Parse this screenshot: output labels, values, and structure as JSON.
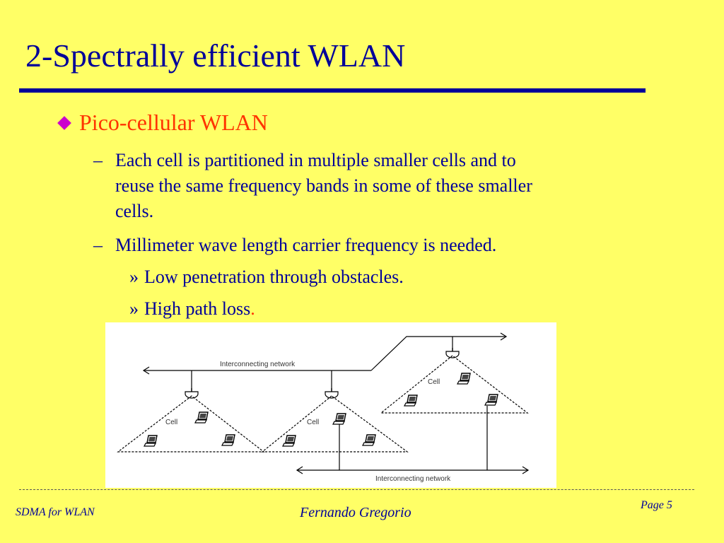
{
  "slide": {
    "title": "2-Spectrally efficient WLAN",
    "bullet1": "Pico-cellular WLAN",
    "sub1_line1": "Each cell is partitioned in multiple smaller cells and to",
    "sub1_line2": "reuse the same frequency bands in some of these smaller",
    "sub1_line3": "cells.",
    "sub2": "Millimeter wave length carrier frequency is needed.",
    "sub3a": "Low penetration through  obstacles.",
    "sub3b": "High path loss",
    "sub3b_end": ".",
    "dash": "–",
    "raquo": "»"
  },
  "figure": {
    "top_network_label": "Interconnecting network",
    "bottom_network_label": "Interconnecting network",
    "cell_left": "Cell",
    "cell_middle": "Cell",
    "cell_right": "Cell"
  },
  "footer": {
    "left": "SDMA for WLAN",
    "center": "Fernando Gregorio",
    "right": "Page 5"
  },
  "colors": {
    "background": "#ffff66",
    "title": "#000099",
    "bullet1": "#ff3300",
    "diamond": "#cc00cc"
  }
}
